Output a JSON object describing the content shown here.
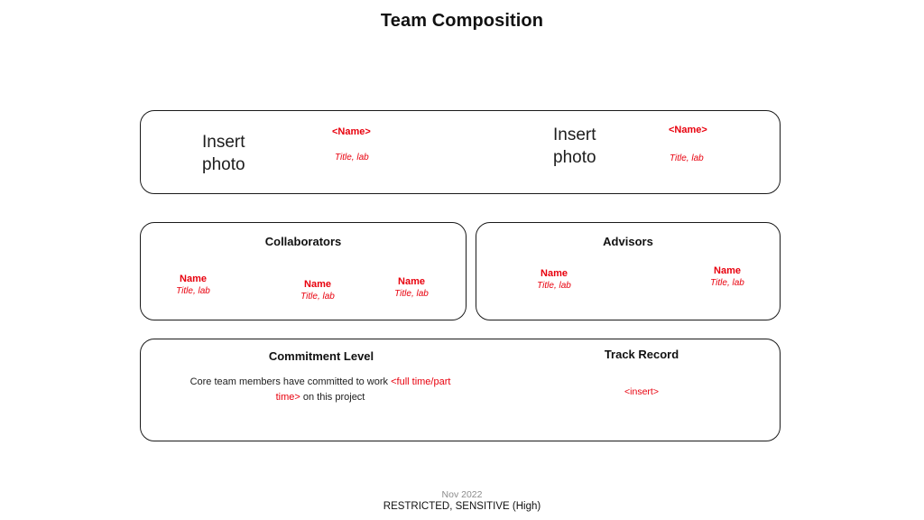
{
  "slide": {
    "title": "Team Composition"
  },
  "core_team": {
    "members": [
      {
        "photo_placeholder": "Insert\nphoto",
        "name": "<Name>",
        "title": "Title, lab"
      },
      {
        "photo_placeholder": "Insert\nphoto",
        "name": "<Name>",
        "title": "Title, lab"
      }
    ]
  },
  "collaborators": {
    "heading": "Collaborators",
    "people": [
      {
        "name": "Name",
        "title": "Title, lab"
      },
      {
        "name": "Name",
        "title": "Title, lab"
      },
      {
        "name": "Name",
        "title": "Title, lab"
      }
    ]
  },
  "advisors": {
    "heading": "Advisors",
    "people": [
      {
        "name": "Name",
        "title": "Title, lab"
      },
      {
        "name": "Name",
        "title": "Title, lab"
      }
    ]
  },
  "commitment_level": {
    "heading": "Commitment Level",
    "text_before": "Core team members have committed to work ",
    "text_placeholder": "<full time/part time>",
    "text_after": " on this project"
  },
  "track_record": {
    "heading": "Track Record",
    "placeholder": "<insert>"
  },
  "footer": {
    "date": "Nov 2022",
    "classification": "RESTRICTED, SENSITIVE (High)"
  },
  "colors": {
    "placeholder_red": "#e8000d",
    "body_text": "#1d1d1d",
    "panel_border": "#1a1a1a",
    "footer_date": "#8c8c8c"
  }
}
